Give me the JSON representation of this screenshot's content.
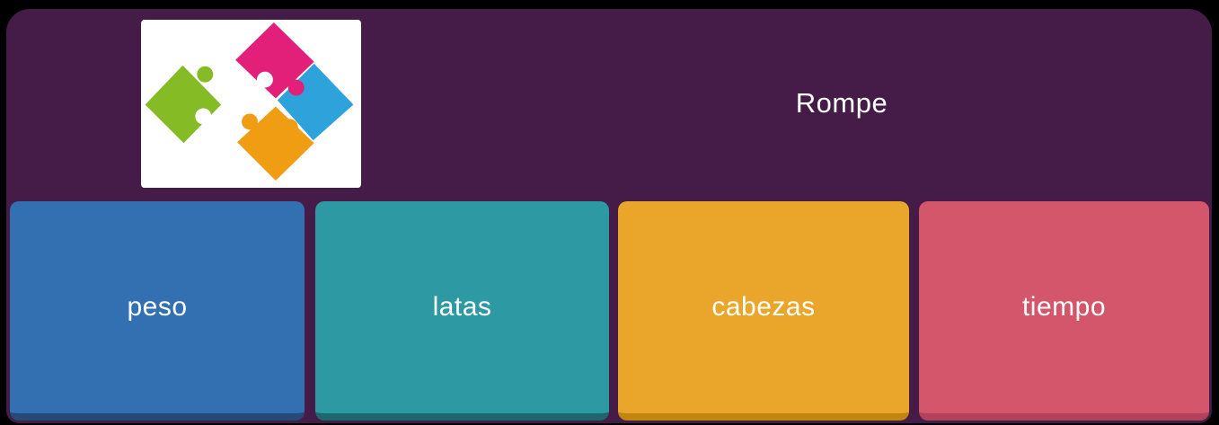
{
  "theme": {
    "page_bg": "#000000",
    "panel_bg": "#451c47",
    "text_color": "#ffffff"
  },
  "question": {
    "text": "Rompe",
    "image_icon": "puzzle-pieces-icon"
  },
  "puzzle_icon": {
    "background": "#ffffff",
    "green": "#85bb25",
    "pink": "#e32079",
    "blue": "#2ea3db",
    "orange": "#f09d13"
  },
  "answers": [
    {
      "label": "peso",
      "bg": "#3270b1",
      "edge": "#254a78"
    },
    {
      "label": "latas",
      "bg": "#2d9aa3",
      "edge": "#1f666c"
    },
    {
      "label": "cabezas",
      "bg": "#e9a62a",
      "edge": "#c2860f"
    },
    {
      "label": "tiempo",
      "bg": "#d3566b",
      "edge": "#b2425a"
    }
  ]
}
